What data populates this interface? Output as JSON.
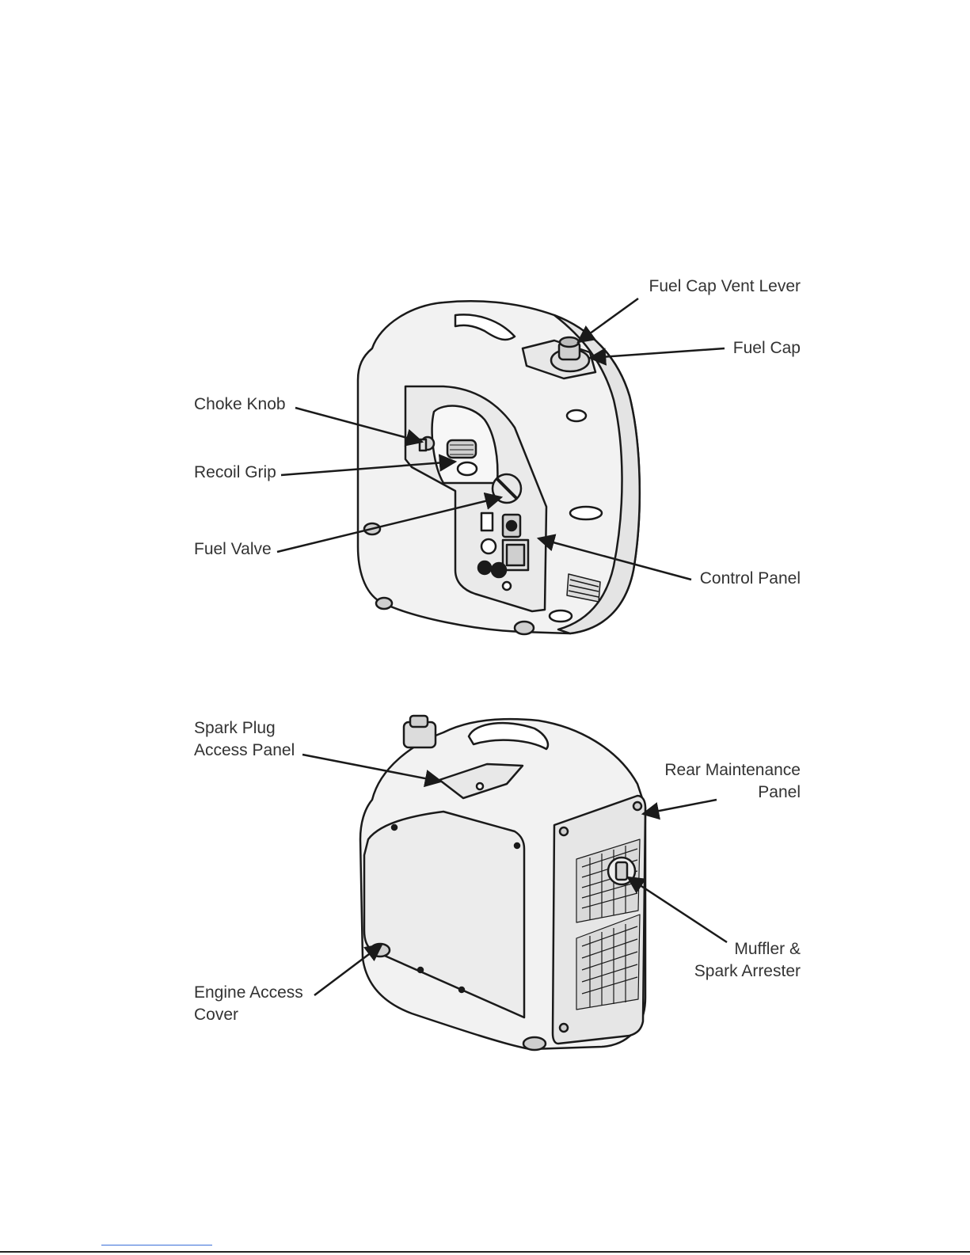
{
  "figure_top": {
    "labels": {
      "fuel_cap_vent_lever": "Fuel Cap Vent Lever",
      "fuel_cap": "Fuel Cap",
      "choke_knob": "Choke Knob",
      "recoil_grip": "Recoil Grip",
      "fuel_valve": "Fuel Valve",
      "control_panel": "Control Panel"
    }
  },
  "figure_bottom": {
    "labels": {
      "spark_plug_access_panel": [
        "Spark Plug",
        "Access Panel"
      ],
      "rear_maintenance_panel": [
        "Rear Maintenance",
        "Panel"
      ],
      "muffler_spark_arrester": [
        "Muffler &",
        "Spark Arrester"
      ],
      "engine_access_cover": [
        "Engine Access",
        "Cover"
      ]
    }
  },
  "colors": {
    "line": "#1a1a1a",
    "body_fill": "#f2f2f2",
    "shade": "#d9d9d9",
    "footer_link": "#3a6fd8"
  }
}
